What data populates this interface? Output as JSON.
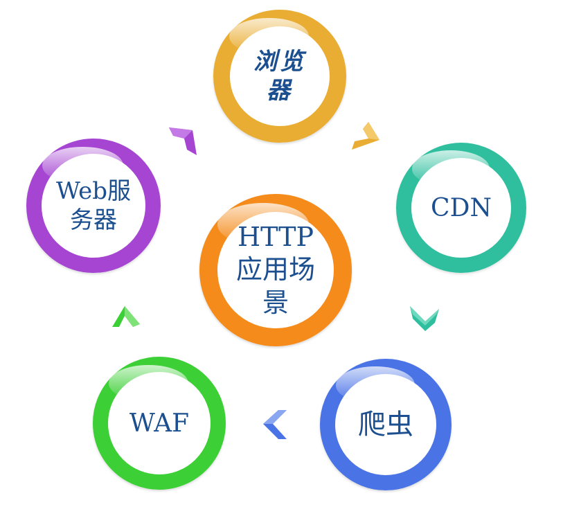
{
  "nodes": {
    "browser": {
      "label": "浏览器",
      "color": "#e9ad33"
    },
    "cdn": {
      "label": "CDN",
      "color": "#2fbf9e"
    },
    "center": {
      "label": "HTTP应用场景",
      "color": "#f48b1b"
    },
    "web_server": {
      "label": "Web服务器",
      "color": "#a545d2"
    },
    "crawler": {
      "label": "爬虫",
      "color": "#4a73e6"
    },
    "waf": {
      "label": "WAF",
      "color": "#3ccf36"
    }
  },
  "arrows": [
    {
      "name": "arrow-webserver-to-browser",
      "color": "#a545d2",
      "direction": "up-right"
    },
    {
      "name": "arrow-browser-to-cdn",
      "color": "#e9ad33",
      "direction": "down-right"
    },
    {
      "name": "arrow-cdn-to-crawler",
      "color": "#2fbf9e",
      "direction": "down"
    },
    {
      "name": "arrow-crawler-to-waf",
      "color": "#4a73e6",
      "direction": "left"
    },
    {
      "name": "arrow-waf-to-webserver",
      "color": "#3ccf36",
      "direction": "up"
    }
  ]
}
